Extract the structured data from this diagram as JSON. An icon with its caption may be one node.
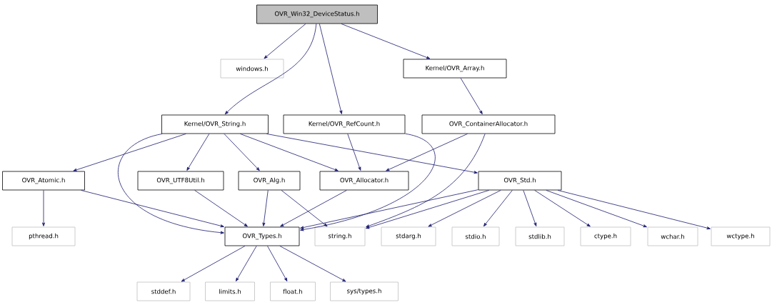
{
  "diagram": {
    "nodes": [
      {
        "text": [
          "OVR_Win32_DeviceStatus.h"
        ]
      },
      {
        "text": [
          "windows.h"
        ]
      },
      {
        "text": [
          "Kernel/OVR_Array.h"
        ]
      },
      {
        "text": [
          "Kernel/OVR_String.h"
        ]
      },
      {
        "text": [
          "Kernel/OVR_RefCount.h"
        ]
      },
      {
        "text": [
          "OVR_ContainerAllocator.h"
        ]
      },
      {
        "text": [
          "OVR_Atomic.h"
        ]
      },
      {
        "text": [
          "OVR_UTF8Util.h"
        ]
      },
      {
        "text": [
          "OVR_Alg.h"
        ]
      },
      {
        "text": [
          "OVR_Allocator.h"
        ]
      },
      {
        "text": [
          "OVR_Std.h"
        ]
      },
      {
        "text": [
          "pthread.h"
        ]
      },
      {
        "text": [
          "OVR_Types.h"
        ]
      },
      {
        "text": [
          "string.h"
        ]
      },
      {
        "text": [
          "stdarg.h"
        ]
      },
      {
        "text": [
          "stdio.h"
        ]
      },
      {
        "text": [
          "stdlib.h"
        ]
      },
      {
        "text": [
          "ctype.h"
        ]
      },
      {
        "text": [
          "wchar.h"
        ]
      },
      {
        "text": [
          "wctype.h"
        ]
      },
      {
        "text": [
          "stddef.h"
        ]
      },
      {
        "text": [
          "limits.h"
        ]
      },
      {
        "text": [
          "float.h"
        ]
      },
      {
        "text": [
          "sys/types.h"
        ]
      }
    ],
    "edges": [
      {
        "from": 0,
        "to": 1,
        "arrow": "to"
      },
      {
        "from": 0,
        "to": 2,
        "arrow": "to"
      },
      {
        "from": 0,
        "to": 3,
        "arrow": "to"
      },
      {
        "from": 0,
        "to": 4,
        "arrow": "to"
      },
      {
        "from": 2,
        "to": 5,
        "arrow": "to"
      },
      {
        "from": 3,
        "to": 6,
        "arrow": "to"
      },
      {
        "from": 3,
        "to": 12,
        "arrow": "to"
      },
      {
        "from": 3,
        "to": 7,
        "arrow": "to"
      },
      {
        "from": 3,
        "to": 8,
        "arrow": "to"
      },
      {
        "from": 3,
        "to": 9,
        "arrow": "to"
      },
      {
        "from": 3,
        "to": 10,
        "arrow": "to"
      },
      {
        "from": 4,
        "to": 9,
        "arrow": "to"
      },
      {
        "from": 4,
        "to": 12,
        "arrow": "to"
      },
      {
        "from": 5,
        "to": 9,
        "arrow": "to"
      },
      {
        "from": 5,
        "to": 13,
        "arrow": "to"
      },
      {
        "from": 6,
        "to": 11,
        "arrow": "to"
      },
      {
        "from": 6,
        "to": 12,
        "arrow": "to"
      },
      {
        "from": 7,
        "to": 12,
        "arrow": "to"
      },
      {
        "from": 8,
        "to": 12,
        "arrow": "to"
      },
      {
        "from": 8,
        "to": 13,
        "arrow": "to"
      },
      {
        "from": 9,
        "to": 12,
        "arrow": "to"
      },
      {
        "from": 10,
        "to": 12,
        "arrow": "to"
      },
      {
        "from": 10,
        "to": 13,
        "arrow": "to"
      },
      {
        "from": 10,
        "to": 14,
        "arrow": "to"
      },
      {
        "from": 10,
        "to": 15,
        "arrow": "to"
      },
      {
        "from": 10,
        "to": 16,
        "arrow": "to"
      },
      {
        "from": 10,
        "to": 17,
        "arrow": "to"
      },
      {
        "from": 10,
        "to": 18,
        "arrow": "to"
      },
      {
        "from": 10,
        "to": 19,
        "arrow": "to"
      },
      {
        "from": 12,
        "to": 20,
        "arrow": "to"
      },
      {
        "from": 12,
        "to": 21,
        "arrow": "to"
      },
      {
        "from": 12,
        "to": 22,
        "arrow": "to"
      },
      {
        "from": 12,
        "to": 23,
        "arrow": "to"
      }
    ]
  }
}
